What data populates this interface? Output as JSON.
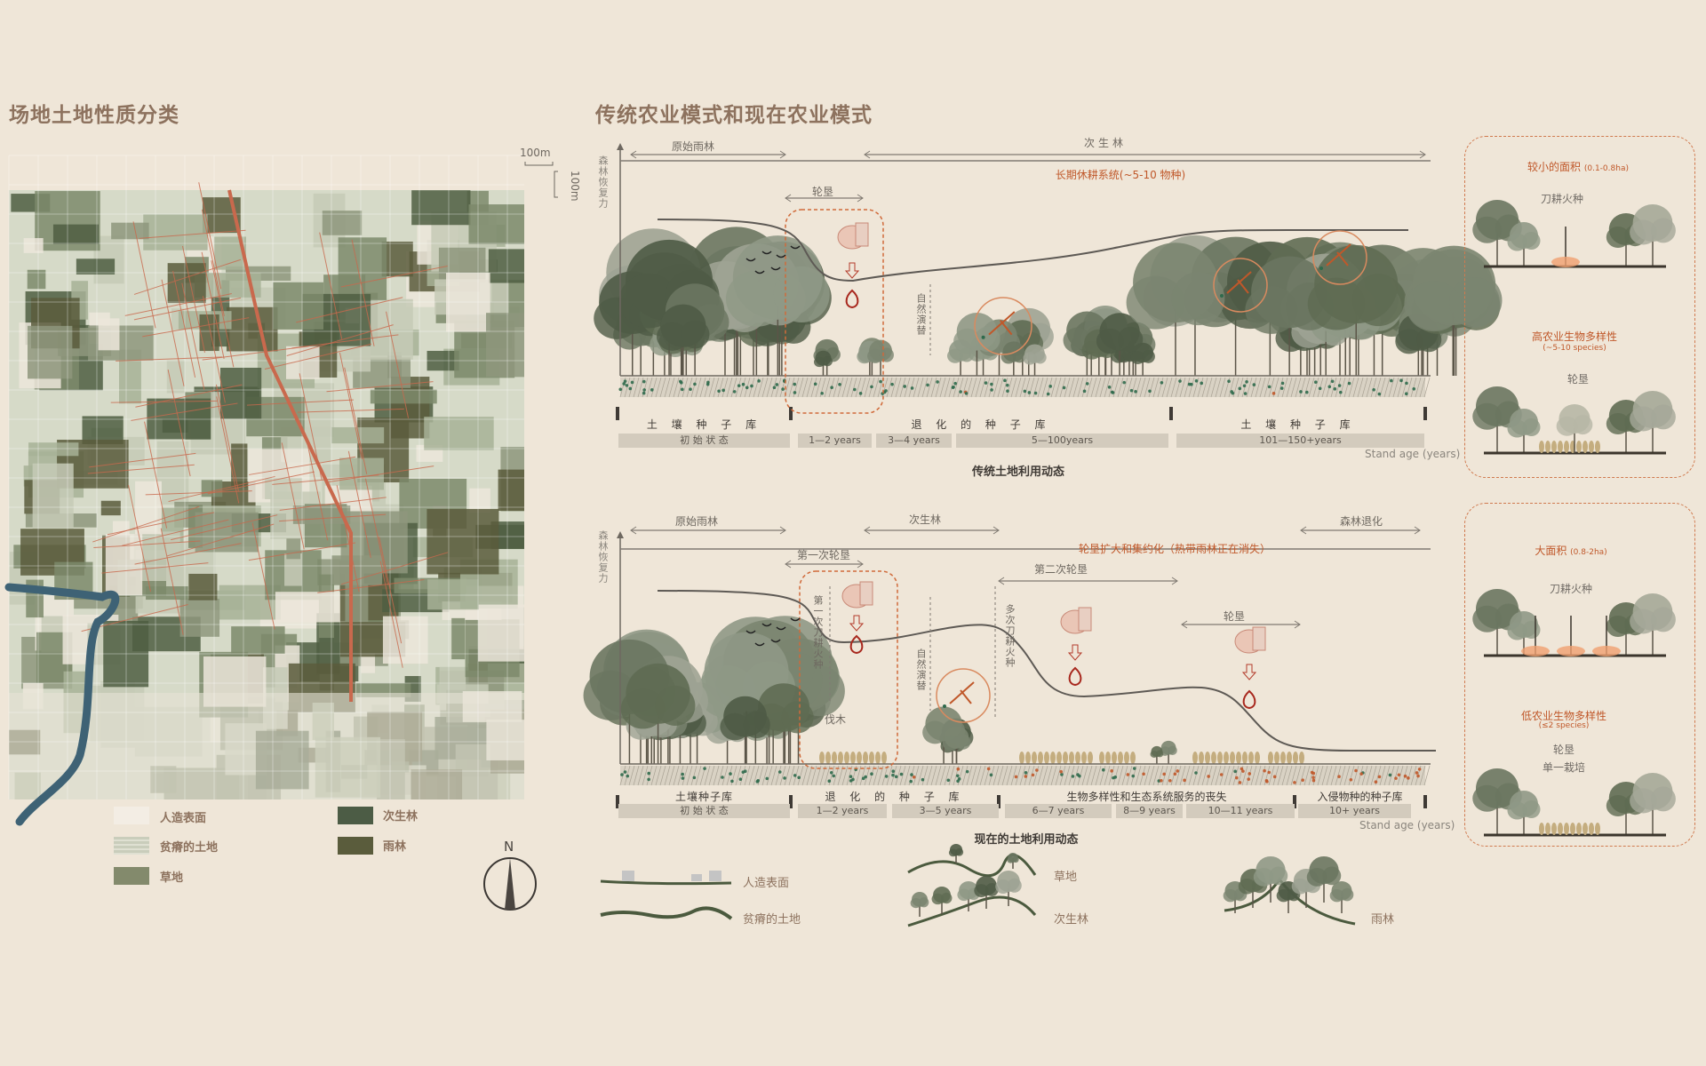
{
  "left": {
    "title": "场地土地性质分类",
    "scale_h": "100m",
    "scale_v": "100m",
    "north": "N",
    "legend": [
      {
        "label": "人造表面",
        "color": "#f3ede4"
      },
      {
        "label": "贫瘠的土地",
        "color": "#c9cdbb"
      },
      {
        "label": "草地",
        "color": "#838a6c"
      },
      {
        "label": "次生林",
        "color": "#4c5c45"
      },
      {
        "label": "雨林",
        "color": "#5a5c3c"
      }
    ]
  },
  "right": {
    "title": "传统农业模式和现在农业模式",
    "y_axis": "森林恢复力",
    "stand_age": "Stand age (years)",
    "traditional": {
      "phases": [
        "原始雨林",
        "次生林"
      ],
      "system": "长期休耕系统(~5-10 物种)",
      "rotation": "轮垦",
      "succession": "自然演替",
      "segments": [
        "土 壤 种 子 库",
        "退 化 的 种 子 库",
        "土 壤 种 子 库"
      ],
      "ages": [
        "初 始 状 态",
        "1—2 years",
        "3—4 years",
        "5—100years",
        "101—150+years"
      ],
      "caption": "传统土地利用动态"
    },
    "modern": {
      "phases": [
        "原始雨林",
        "次生林",
        "森林退化"
      ],
      "system": "轮垦扩大和集约化（热带雨林正在消失）",
      "first_rotation": "第一次轮垦",
      "second_rotation": "第二次轮垦",
      "rotation": "轮垦",
      "first_slash": "第一次刀耕火种",
      "multi_slash": "多次刀耕火种",
      "logging": "伐木",
      "succession": "自然演替",
      "segments": [
        "土壤种子库",
        "退 化 的 种 子 库",
        "生物多样性和生态系统服务的丧失",
        "入侵物种的种子库"
      ],
      "ages": [
        "初 始 状 态",
        "1—2 years",
        "3—5 years",
        "6—7 years",
        "8—9 years",
        "10—11 years",
        "10+ years"
      ],
      "caption": "现在的土地利用动态"
    },
    "panel_traditional": {
      "area": "较小的面积",
      "area_range": "(0.1-0.8ha)",
      "slash": "刀耕火种",
      "diversity": "高农业生物多样性",
      "species": "(~5-10 species)",
      "rotation": "轮垦"
    },
    "panel_modern": {
      "area": "大面积",
      "area_range": "(0.8-2ha)",
      "slash": "刀耕火种",
      "diversity": "低农业生物多样性",
      "species": "(≤2 species)",
      "rotation": "轮垦",
      "mono": "单一栽培"
    },
    "profile_legend": [
      "人造表面",
      "贫瘠的土地",
      "草地",
      "次生林",
      "雨林"
    ]
  },
  "colors": {
    "accent": "#c0582a",
    "title": "#8d725e",
    "background": "#efe6d8",
    "road": "#c9694d",
    "river": "#3e6275"
  }
}
